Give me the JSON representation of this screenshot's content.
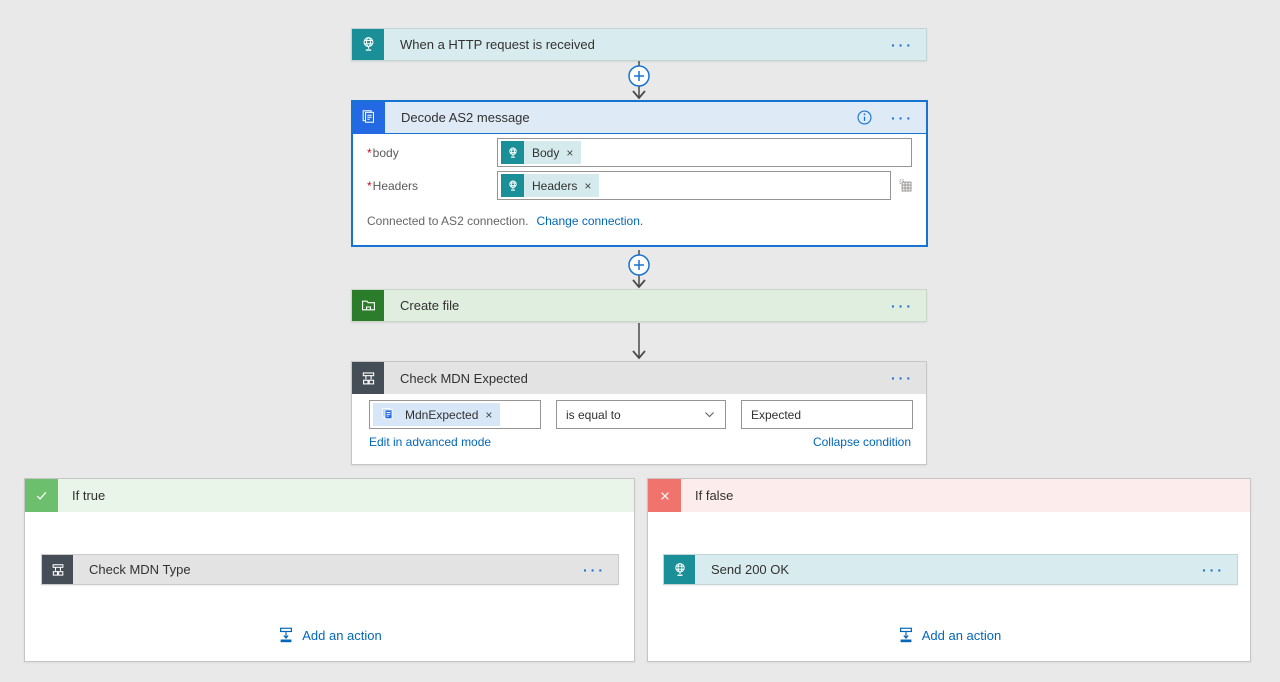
{
  "ui": {
    "ellipsis": "···",
    "close": "×",
    "required": "*"
  },
  "trigger": {
    "title": "When a HTTP request is received"
  },
  "decode": {
    "title": "Decode AS2 message",
    "body_label": "body",
    "body_token": "Body",
    "headers_label": "Headers",
    "headers_token": "Headers",
    "footer_text": "Connected to AS2 connection.",
    "footer_link": "Change connection."
  },
  "create_file": {
    "title": "Create file"
  },
  "condition": {
    "title": "Check MDN Expected",
    "operand_token": "MdnExpected",
    "operator": "is equal to",
    "value": "Expected",
    "advanced_link": "Edit in advanced mode",
    "collapse_link": "Collapse condition"
  },
  "branches": {
    "if_true": {
      "label": "If true",
      "card_title": "Check MDN Type",
      "add_action": "Add an action"
    },
    "if_false": {
      "label": "If false",
      "card_title": "Send 200 OK",
      "add_action": "Add an action"
    }
  },
  "colors": {
    "teal_icon": "#1a8f98",
    "teal_bg": "#d8ecef",
    "blue_icon": "#2269e3",
    "selection_blue": "#1673d2",
    "green_icon": "#2b7d2b",
    "green_bg": "#dfeede",
    "dark_icon": "#454d57",
    "grey_bg": "#e3e3e3",
    "true_green": "#6cbf6c",
    "true_bg": "#e8f5e8",
    "false_red": "#f1736e",
    "false_bg": "#fdecec",
    "link_blue": "#0267b8"
  }
}
